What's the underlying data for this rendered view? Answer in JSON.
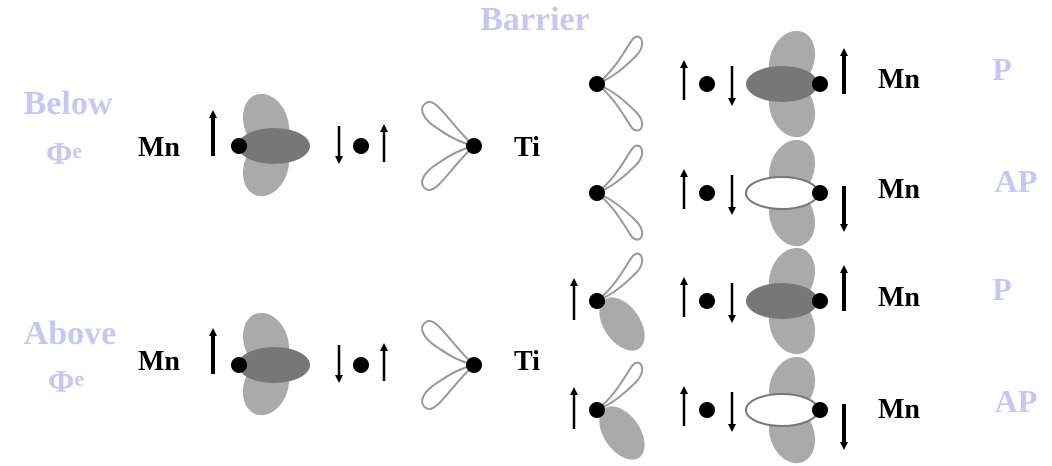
{
  "labels": {
    "barrier": "Barrier",
    "below_line1": "Below",
    "below_line2": "Φ",
    "below_sup": "e",
    "above_line1": "Above",
    "above_line2": "Φ",
    "above_sup": "e",
    "mn": "Mn",
    "ti": "Ti",
    "p": "P",
    "ap": "AP"
  },
  "colors": {
    "label_blue": "#c7c8f2",
    "lobe_light": "#aaaaaa",
    "lobe_dark": "#777777",
    "outline": "#999999",
    "ink": "#000000"
  }
}
